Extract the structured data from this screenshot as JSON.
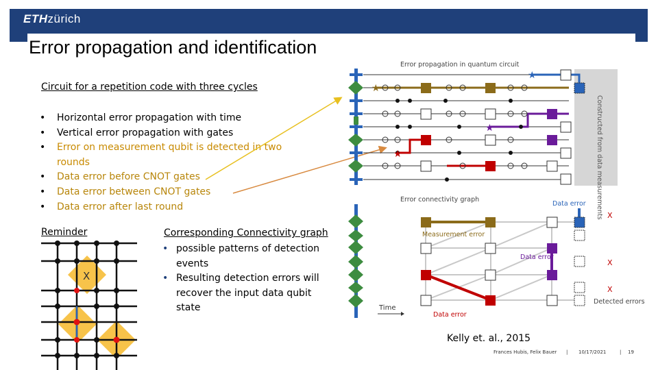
{
  "header": {
    "logo_bold": "ETH",
    "logo_rest": "zürich",
    "title": "Error propagation and identification"
  },
  "left": {
    "subtitle": "Circuit for a repetition code with three cycles",
    "bullets": [
      "Horizontal error propagation with time",
      "Vertical error propagation with gates",
      "Error on measurement qubit is detected in two rounds",
      "Data error before CNOT gates",
      "Data error between CNOT gates",
      "Data error after last round"
    ],
    "reminder": "Reminder",
    "reminder_label": "X"
  },
  "connectivity": {
    "title": "Corresponding Connectivity graph",
    "bullets": [
      "possible patterns of detection events",
      "Resulting detection errors will recover the input data qubit state"
    ]
  },
  "figure": {
    "circuit_title": "Error propagation in quantum circuit",
    "side_label": "Constructed from data measurements",
    "graph_title": "Error connectivity graph",
    "data_error_top": "Data error",
    "measurement_error": "Measurement error",
    "data_error_mid": "Data error",
    "data_error_bottom": "Data error",
    "time_label": "Time",
    "x_mark": "X",
    "detected_errors": "Detected errors"
  },
  "colors": {
    "eth_blue": "#1f407a",
    "olive": "#8b6b1a",
    "red": "#c00000",
    "purple": "#6a1b9a",
    "blue": "#2a64b8",
    "green": "#3d8c40"
  },
  "citation": "Kelly et. al., 2015",
  "footer": {
    "authors": "Frances Hubis, Felix Bauer",
    "date": "10/17/2021",
    "page": "19"
  }
}
